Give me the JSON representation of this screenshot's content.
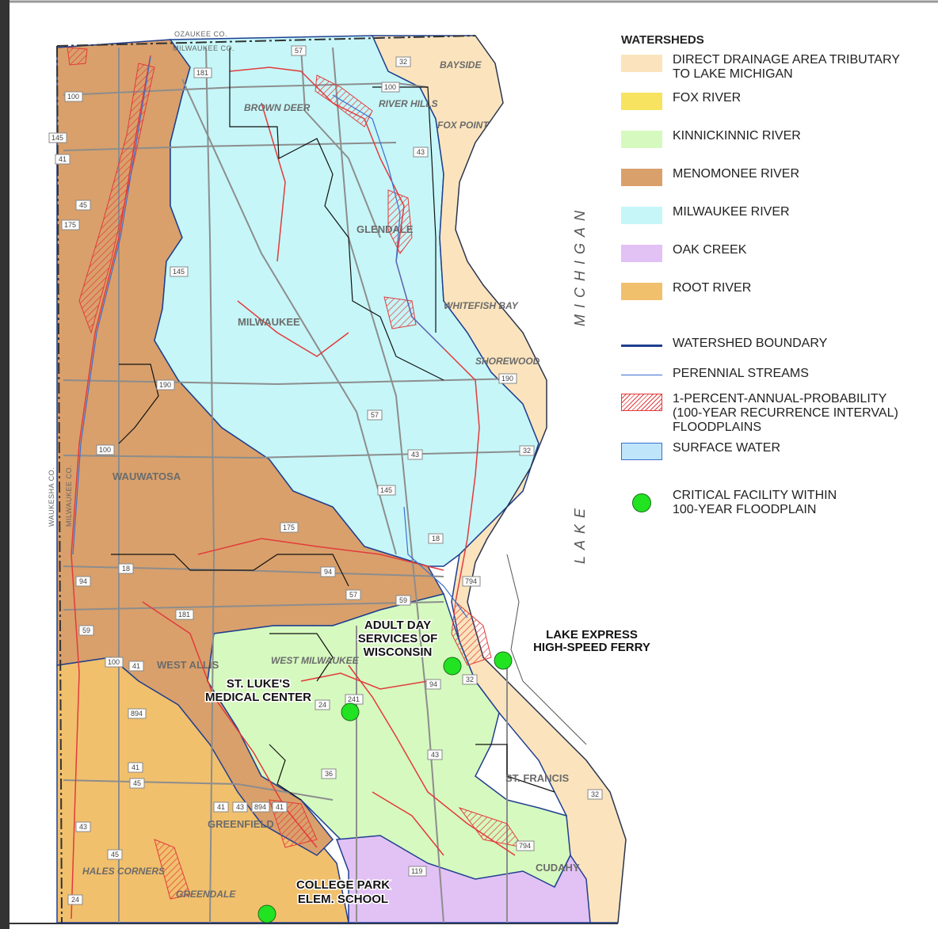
{
  "map": {
    "counties": {
      "north_upper": "OZAUKEE CO.",
      "north_lower": "MILWAUKEE CO.",
      "west_left": "WAUKESHA CO.",
      "west_right": "MILWAUKEE CO."
    },
    "lake_words": [
      "MICHIGAN",
      "LAKE"
    ],
    "municipalities": [
      "BAYSIDE",
      "BROWN DEER",
      "RIVER HILLS",
      "FOX POINT",
      "GLENDALE",
      "WHITEFISH BAY",
      "SHOREWOOD",
      "MILWAUKEE",
      "WAUWATOSA",
      "WEST MILWAUKEE",
      "WEST ALLIS",
      "ST. FRANCIS",
      "GREENFIELD",
      "HALES CORNERS",
      "GREENDALE",
      "CUDAHY"
    ],
    "highways": [
      "57",
      "181",
      "32",
      "100",
      "145",
      "41",
      "45",
      "175",
      "190",
      "43",
      "18",
      "94",
      "59",
      "794",
      "241",
      "24",
      "894",
      "36",
      "119"
    ],
    "facilities": [
      {
        "line1": "ADULT DAY",
        "line2": "SERVICES OF",
        "line3": "WISCONSIN"
      },
      {
        "line1": "LAKE EXPRESS",
        "line2": "HIGH-SPEED FERRY"
      },
      {
        "line1": "ST. LUKE'S",
        "line2": "MEDICAL CENTER"
      },
      {
        "line1": "COLLEGE PARK",
        "line2": "ELEM. SCHOOL"
      }
    ]
  },
  "legend": {
    "title": "WATERSHEDS",
    "watersheds": [
      {
        "label_1": "DIRECT DRAINAGE AREA TRIBUTARY",
        "label_2": "TO LAKE MICHIGAN",
        "color": "#fbe4bd"
      },
      {
        "label_1": "FOX RIVER",
        "color": "#f7e35f"
      },
      {
        "label_1": "KINNICKINNIC RIVER",
        "color": "#d6f9bf"
      },
      {
        "label_1": "MENOMONEE RIVER",
        "color": "#d9a06b"
      },
      {
        "label_1": "MILWAUKEE RIVER",
        "color": "#c6f6f8"
      },
      {
        "label_1": "OAK CREEK",
        "color": "#e2c1f5"
      },
      {
        "label_1": "ROOT RIVER",
        "color": "#f1c06d"
      }
    ],
    "symbols": {
      "watershed_boundary": "WATERSHED BOUNDARY",
      "perennial_streams": "PERENNIAL STREAMS",
      "floodplain_1": "1-PERCENT-ANNUAL-PROBABILITY",
      "floodplain_2": "(100-YEAR RECURRENCE INTERVAL)",
      "floodplain_3": "FLOODPLAINS",
      "surface_water": "SURFACE WATER",
      "critical_1": "CRITICAL FACILITY WITHIN",
      "critical_2": "100-YEAR FLOODPLAIN"
    },
    "colors": {
      "boundary": "#1f3f8f",
      "stream": "#3a6fd0",
      "floodplain": "#e23b3b",
      "surface_water": "#bfe5fb",
      "facility": "#22e322"
    }
  }
}
